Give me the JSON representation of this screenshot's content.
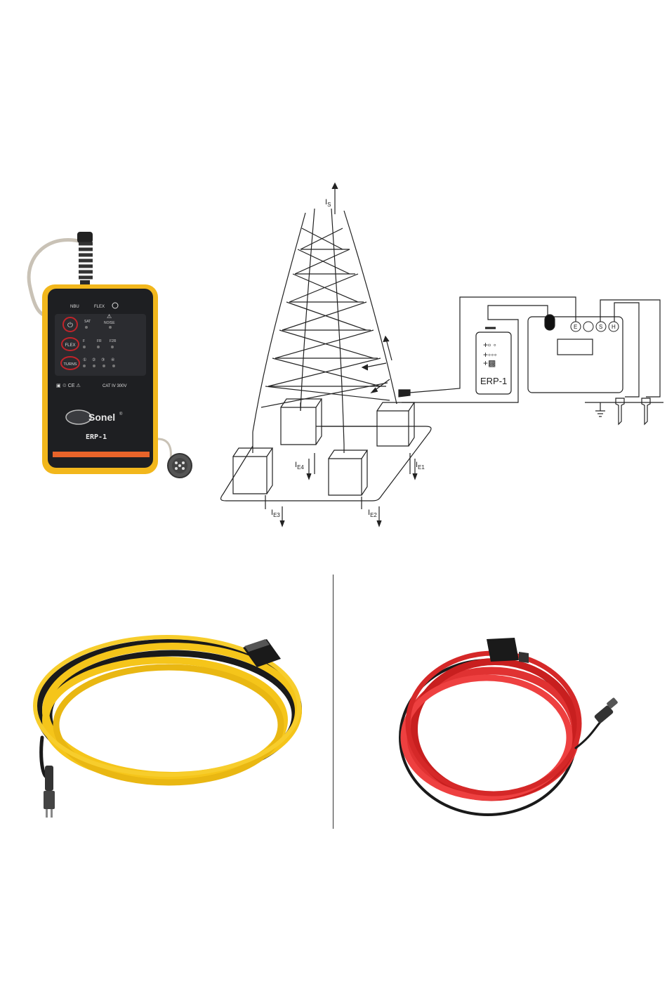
{
  "device": {
    "brand": "Sonel",
    "brand_mark": "®",
    "model": "ERP-1",
    "label_nbu": "NBU",
    "label_flex": "FLEX",
    "label_sat": "SAT",
    "label_noise": "NOISE",
    "button_flex": "FLEX",
    "button_turns": "TURNS",
    "row_flex": [
      "F",
      "FR",
      "F2R"
    ],
    "row_turns": [
      "①",
      "②",
      "③",
      "④"
    ],
    "cat_rating": "CAT IV 300V",
    "colors": {
      "body": "#1e1f22",
      "frame": "#f2b71c",
      "stripe": "#e8642a"
    }
  },
  "diagram": {
    "tower_current_main": "I",
    "tower_current_sub": "S",
    "earth_currents": [
      {
        "main": "I",
        "sub": "E1"
      },
      {
        "main": "I",
        "sub": "E2"
      },
      {
        "main": "I",
        "sub": "E3"
      },
      {
        "main": "I",
        "sub": "E4"
      }
    ],
    "erp_box_label": "ERP-1",
    "meter_terminals": [
      "E",
      "",
      "S",
      "H"
    ]
  },
  "probes": {
    "left": {
      "color": "#f5c51a",
      "name": "yellow-flex-probe"
    },
    "right": {
      "color": "#e03232",
      "name": "red-flex-probe"
    }
  }
}
